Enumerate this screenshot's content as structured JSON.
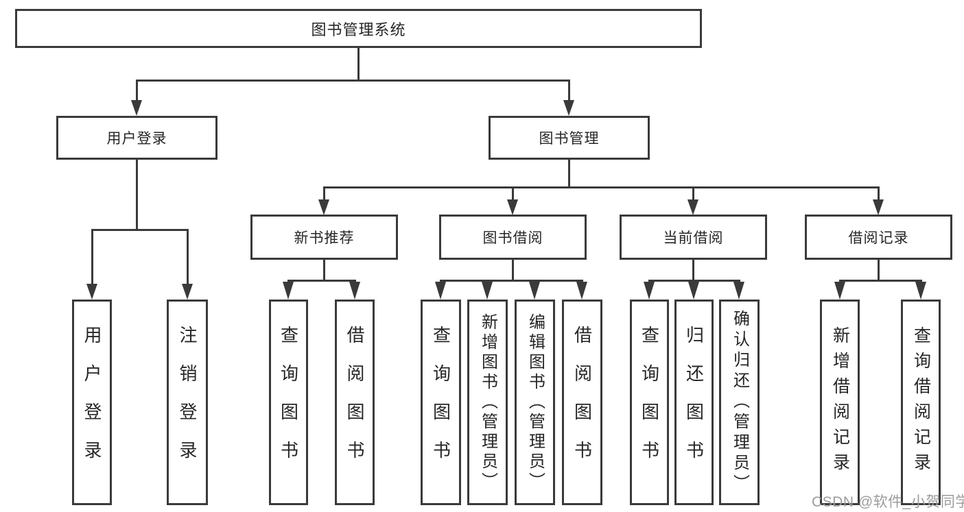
{
  "colors": {
    "line": "#3a3a3a",
    "box_border": "#3a3a3a",
    "text": "#262626",
    "background": "#ffffff",
    "watermark": "#9c9c9c"
  },
  "watermark": {
    "text": "CSDN @软件_小贺同学"
  },
  "tree": {
    "root": {
      "label": "图书管理系统"
    },
    "branches": [
      {
        "label": "用户登录",
        "children": [
          {
            "label": "用户登录"
          },
          {
            "label": "注销登录"
          }
        ]
      },
      {
        "label": "图书管理",
        "groups": [
          {
            "label": "新书推荐",
            "children": [
              {
                "label": "查询图书"
              },
              {
                "label": "借阅图书"
              }
            ]
          },
          {
            "label": "图书借阅",
            "children": [
              {
                "label": "查询图书"
              },
              {
                "label": "新增图书（管理员）"
              },
              {
                "label": "编辑图书（管理员）"
              },
              {
                "label": "借阅图书"
              }
            ]
          },
          {
            "label": "当前借阅",
            "children": [
              {
                "label": "查询图书"
              },
              {
                "label": "归还图书"
              },
              {
                "label": "确认归还（管理员）"
              }
            ]
          },
          {
            "label": "借阅记录",
            "children": [
              {
                "label": "新增借阅记录"
              },
              {
                "label": "查询借阅记录"
              }
            ]
          }
        ]
      }
    ]
  }
}
